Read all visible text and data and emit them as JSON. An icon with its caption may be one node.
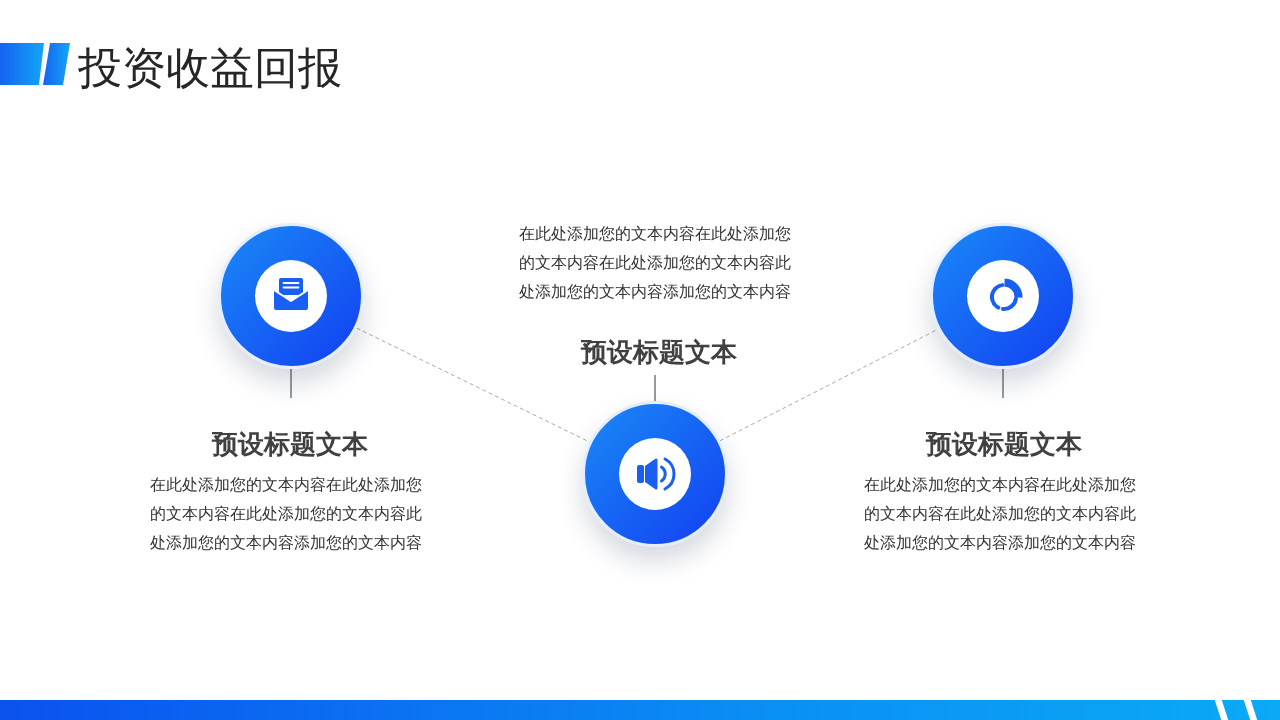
{
  "diagram": {
    "title": "投资收益回报",
    "nodes": [
      {
        "text": [],
        "shape": "circle"
      },
      {
        "text": [
          "预设标题文本",
          "在此处添加您的文本内容在此处添加您的文本内容在此处添加您的文本内容此处添加您的文本内容添加您的文本内容"
        ]
      },
      {
        "text": [
          "在此处添加您的文本内容在此处添加您的文本内容在此处添加您的文本内容此处添加您的文本内容添加您的文本内容",
          "预设标题文本"
        ]
      },
      {
        "text": [],
        "shape": "circle"
      },
      {
        "text": [],
        "shape": "circle"
      },
      {
        "text": [
          "预设标题文本",
          "在此处添加您的文本内容在此处添加您的文本内容在此处添加您的文本内容此处添加您的文本内容添加您的文本内容"
        ]
      }
    ],
    "edges": [
      {
        "from": 0,
        "to": 1,
        "arrow": "none"
      },
      {
        "from": 0,
        "to": 3,
        "arrow": "none",
        "style": "dashed",
        "color": "#aaaaaa"
      },
      {
        "from": 2,
        "to": 3,
        "arrow": "none"
      },
      {
        "from": 3,
        "to": 4,
        "arrow": "none",
        "style": "dashed",
        "color": "#aaaaaa"
      },
      {
        "from": 4,
        "to": 5,
        "arrow": "none"
      }
    ]
  }
}
